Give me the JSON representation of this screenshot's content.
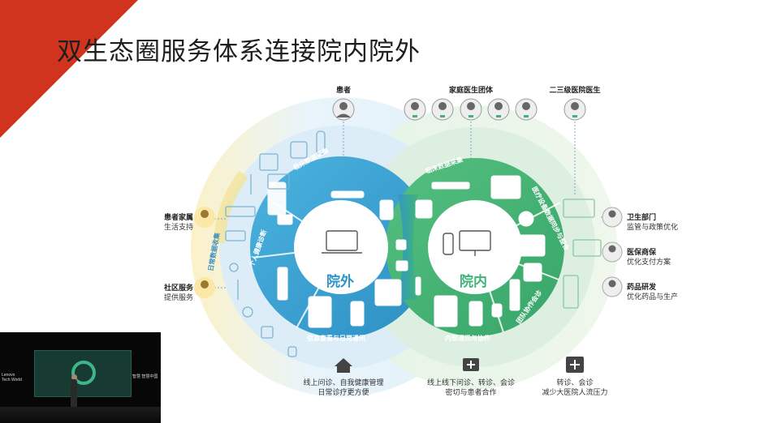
{
  "title": "双生态圈服务体系连接院内院外",
  "groups": {
    "patient": "患者",
    "family_doctors": "家庭医生团体",
    "hospital_doctor": "二三级医院医生"
  },
  "hubs": {
    "outside": "院外",
    "inside": "院内"
  },
  "ring_labels": {
    "outer_daily_data": "日常数据收集",
    "outer_clinical": "临床数据采集",
    "outer_personal_diag": "个人健康诊断",
    "outer_info": "信息查看与日常通讯",
    "inner_clinical": "临床数据采集",
    "inner_device": "医疗设备数据同步与整合",
    "inner_internal": "内部通讯与协作",
    "inner_team": "团队协作会诊"
  },
  "left_entities": [
    {
      "title": "患者家属",
      "desc": "生活支持",
      "icon": "avatar-icon"
    },
    {
      "title": "社区服务",
      "desc": "提供服务",
      "icon": "avatar-icon"
    }
  ],
  "right_entities": [
    {
      "title": "卫生部门",
      "desc": "监管与政策优化",
      "icon": "avatar-icon"
    },
    {
      "title": "医保商保",
      "desc": "优化支付方案",
      "icon": "avatar-icon"
    },
    {
      "title": "药品研发",
      "desc": "优化药品与生产",
      "icon": "avatar-icon"
    }
  ],
  "bottom_items": [
    {
      "line1": "线上问诊、自我健康管理",
      "line2": "日常诊疗更方便",
      "icon": "home-icon"
    },
    {
      "line1": "线上线下问诊、转诊、会诊",
      "line2": "密切与患者合作",
      "icon": "medical-cross-icon"
    },
    {
      "line1": "转诊、会诊",
      "line2": "减少大医院人流压力",
      "icon": "hospital-icon"
    }
  ],
  "video": {
    "brand_line1": "Lenovo",
    "brand_line2": "Tech World",
    "caption": "智慧 智慧中国"
  },
  "colors": {
    "accent_red": "#d0341e",
    "blue": "#2f95c9",
    "green": "#3fb478",
    "light_blue": "#d7ecf7",
    "light_green": "#d9f0df",
    "yellow": "#f6e9b0"
  }
}
